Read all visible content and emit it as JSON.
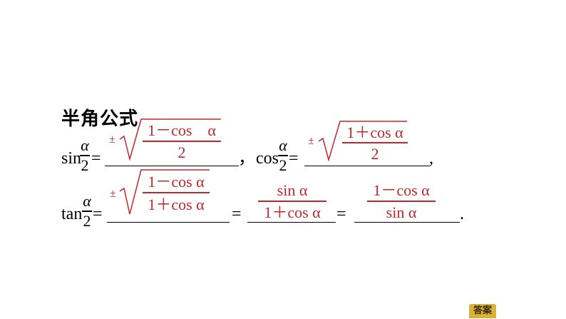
{
  "heading": "半角公式",
  "alpha": "α",
  "two": "2",
  "eq": "=",
  "comma_cn": "，",
  "comma": ",",
  "period": ".",
  "plus_minus": "±",
  "sin_line": {
    "fn": "sin",
    "radicand_num": "1－cos　α",
    "radicand_den": "2"
  },
  "cos_line": {
    "fn": "cos",
    "radicand_num": "1＋cos α",
    "radicand_den": "2"
  },
  "tan_line": {
    "fn": "tan",
    "radicand_num": "1－cos α",
    "radicand_den": "1＋cos α",
    "form2_num": "sin α",
    "form2_den": "1＋cos α",
    "form3_num": "1－cos α",
    "form3_den": "sin α"
  },
  "answer_button": "答案",
  "colors": {
    "answer_red": "#c0282e",
    "button_gold": "#d8b23a"
  }
}
